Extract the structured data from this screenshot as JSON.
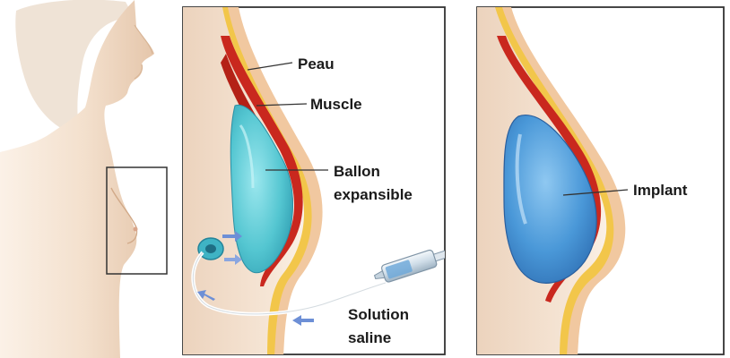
{
  "labels": {
    "peau": "Peau",
    "muscle": "Muscle",
    "ballon_line1": "Ballon",
    "ballon_line2": "expansible",
    "solution_line1": "Solution",
    "solution_line2": "saline",
    "implant": "Implant"
  },
  "colors": {
    "skin": "#f4e2d1",
    "skin_shadow": "#e2c2a6",
    "muscle": "#c7281f",
    "fat": "#f3cb55",
    "balloon": "#4fc4cf",
    "implant": "#3f8ed2",
    "frame": "#333333",
    "leader": "#333333",
    "arrow": "#6d8fd6"
  }
}
